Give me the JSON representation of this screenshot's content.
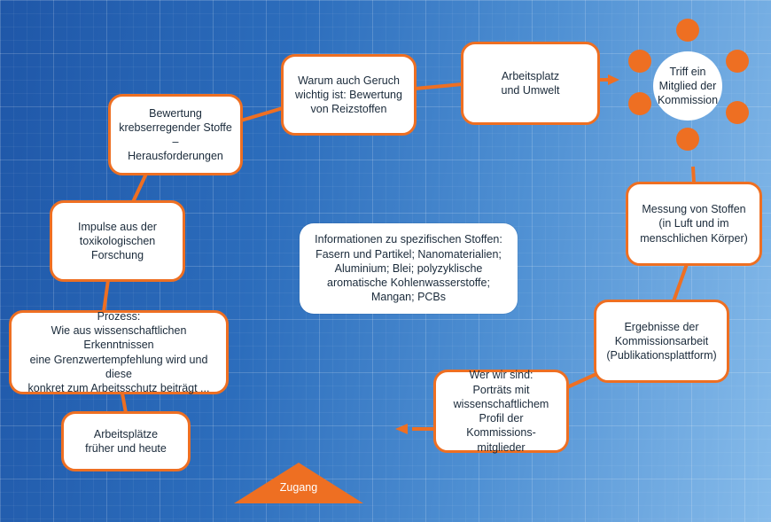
{
  "colors": {
    "accent": "#ee6f22",
    "background": "#2c6dbc",
    "node_fill": "#ffffff"
  },
  "nodes": {
    "arbeitsplaetze": "Arbeitsplätze\nfrüher und heute",
    "prozess": "Prozess:\nWie aus wissenschaftlichen Erkenntnissen\neine Grenzwertempfehlung wird und diese\nkonkret zum Arbeitsschutz beiträgt ...",
    "impulse": "Impulse aus der\ntoxikologischen\nForschung",
    "bewertung_krebs": "Bewertung\nkrebserregender Stoffe –\nHerausforderungen",
    "geruch": "Warum auch Geruch\nwichtig ist: Bewertung\nvon Reizstoffen",
    "arbeitsplatz_umwelt": "Arbeitsplatz\nund Umwelt",
    "messung": "Messung von Stoffen\n(in Luft und im\nmenschlichen Körper)",
    "ergebnisse": "Ergebnisse der\nKommissionsarbeit\n(Publikationsplattform)",
    "wer_wir_sind": "Wer wir sind:\nPorträts mit\nwissenschaftlichem\nProfil der Kommissions-\nmitglieder",
    "informationen": "Informationen zu spezifischen Stoffen:\nFasern und Partikel; Nanomaterialien;\nAluminium; Blei; polyzyklische\naromatische Kohlenwasserstoffe;\nMangan; PCBs"
  },
  "hub": {
    "label": "Triff ein\nMitglied der\nKommission"
  },
  "zugang": {
    "label": "Zugang"
  }
}
